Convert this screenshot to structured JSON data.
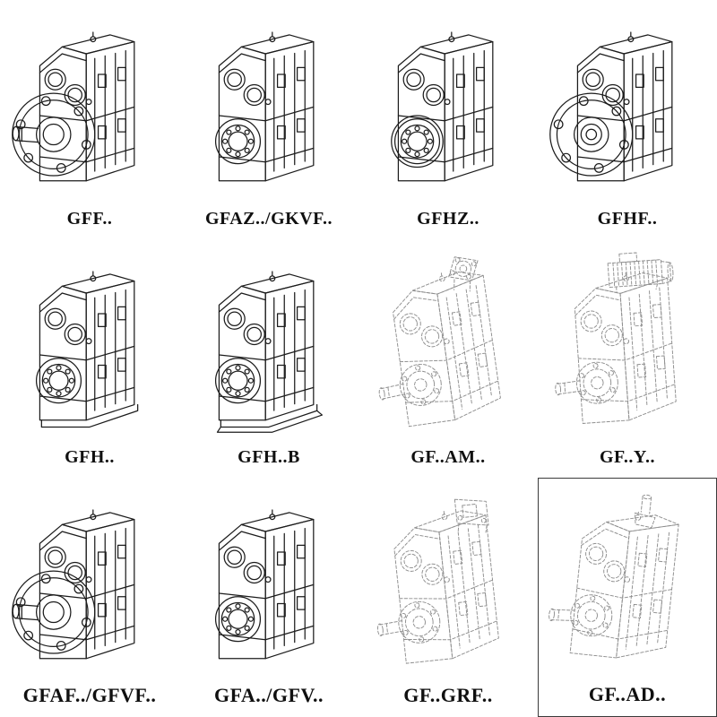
{
  "page": {
    "background": "#ffffff",
    "line_color": "#1c1c1c",
    "dashed_line_color": "#8f8f8f",
    "label_color": "#101010"
  },
  "cells": [
    {
      "label": "GFF..",
      "drawing": "gearbox-output-flange-shaft",
      "style": "solid",
      "bordered": false
    },
    {
      "label": "GFAZ../GKVF..",
      "drawing": "gearbox-hollow-shaft-front",
      "style": "solid",
      "bordered": false
    },
    {
      "label": "GFHZ..",
      "drawing": "gearbox-hollow-shaft-angled",
      "style": "solid",
      "bordered": false
    },
    {
      "label": "GFHF..",
      "drawing": "gearbox-flange-hollow",
      "style": "solid",
      "bordered": false
    },
    {
      "label": "GFH..",
      "drawing": "gearbox-hollow-bore",
      "style": "solid",
      "bordered": false
    },
    {
      "label": "GFH..B",
      "drawing": "gearbox-hollow-bore-foot",
      "style": "solid",
      "bordered": false
    },
    {
      "label": "GF..AM..",
      "drawing": "gearbox-input-adapter-flange",
      "style": "dashed",
      "bordered": false
    },
    {
      "label": "GF..Y..",
      "drawing": "gearbox-with-motor",
      "style": "dashed",
      "bordered": false
    },
    {
      "label": "GFAF../GFVF..",
      "drawing": "gearbox-output-flange-shaft",
      "style": "solid",
      "bordered": false
    },
    {
      "label": "GFA../GFV..",
      "drawing": "gearbox-hollow-shaft-front",
      "style": "solid",
      "bordered": false
    },
    {
      "label": "GF..GRF..",
      "drawing": "gearbox-input-adapter-box",
      "style": "dashed",
      "bordered": false
    },
    {
      "label": "GF..AD..",
      "drawing": "gearbox-top-input-shaft",
      "style": "dashed",
      "bordered": true
    }
  ]
}
